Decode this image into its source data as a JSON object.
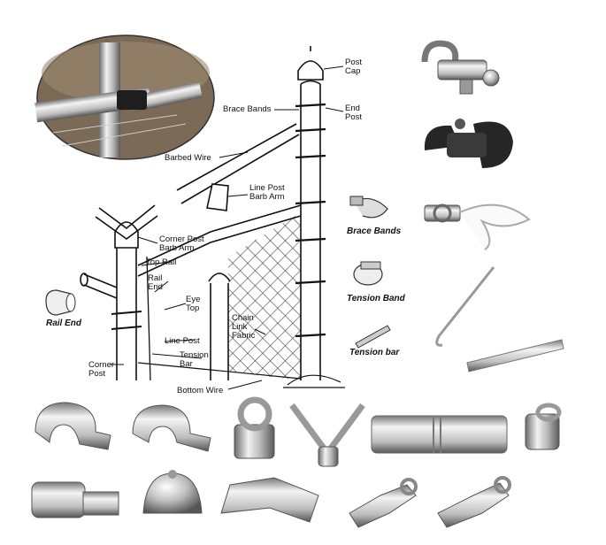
{
  "labels": {
    "post_cap": "Post\nCap",
    "end_post": "End\nPost",
    "brace_bands_top": "Brace Bands",
    "barbed_wire": "Barbed Wire",
    "line_post_barb_arm": "Line Post\nBarb Arm",
    "corner_post_barb_arm": "Corner Post\nBarb Arm",
    "top_rail": "Top Rail",
    "rail_end": "Rail\nEnd",
    "eye_top": "Eye\nTop",
    "line_post": "Line Post",
    "tension_bar": "Tension\nBar",
    "corner_post": "Corner\nPost",
    "bottom_wire": "Bottom Wire",
    "chain_link_fabric": "Chain\nLink\nFabric"
  },
  "callouts": {
    "rail_end": "Rail End",
    "brace_bands": "Brace Bands",
    "tension_band": "Tension Band",
    "tension_bar": "Tension bar"
  },
  "colors": {
    "metal_light": "#e6e6e6",
    "metal_mid": "#a9a9a9",
    "metal_dark": "#5c5c5c",
    "black_fitting": "#262626",
    "ink": "#111111"
  }
}
